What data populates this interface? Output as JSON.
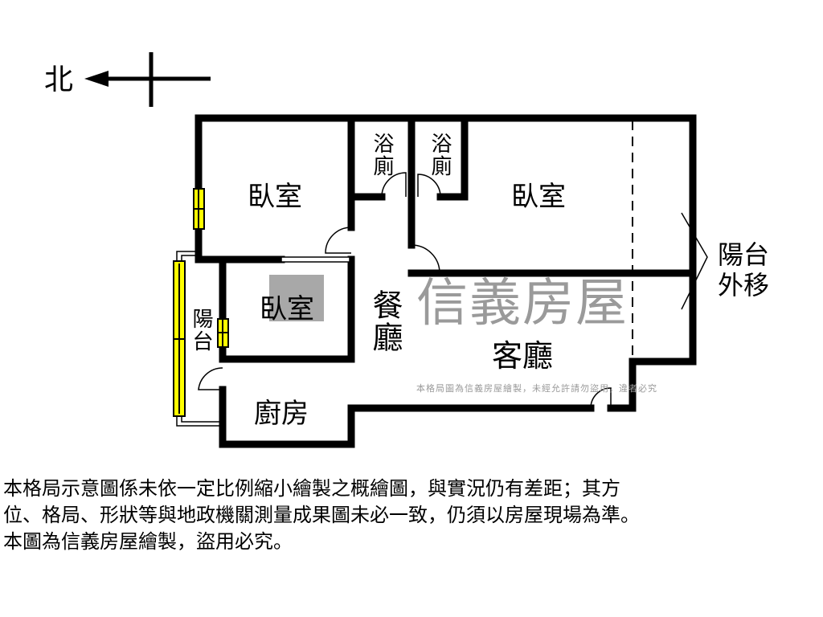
{
  "compass": {
    "north_label": "北"
  },
  "rooms": {
    "bedroom_north": "臥室",
    "bath_1": "浴廁",
    "bath_2": "浴廁",
    "bedroom_south": "臥室",
    "bedroom_middle": "臥室",
    "dining": "餐廳",
    "living": "客廳",
    "kitchen": "廚房",
    "balcony": "陽台",
    "balcony_moved": "陽台外移"
  },
  "watermark": {
    "brand": "信義房屋",
    "notice": "本格局圖為信義房屋繪製，未經允許請勿盜用，違者必究"
  },
  "notes": [
    "本格局示意圖係未依一定比例縮小繪製之概繪圖，與實況仍有差距；其方",
    "位、格局、形狀等與地政機關測量成果圖未必一致，仍須以房屋現場為準。",
    "本圖為信義房屋繪製，盜用必究。"
  ],
  "colors": {
    "wall": "#000000",
    "window": "#ffff00",
    "watermark": "#9a9a9a"
  }
}
